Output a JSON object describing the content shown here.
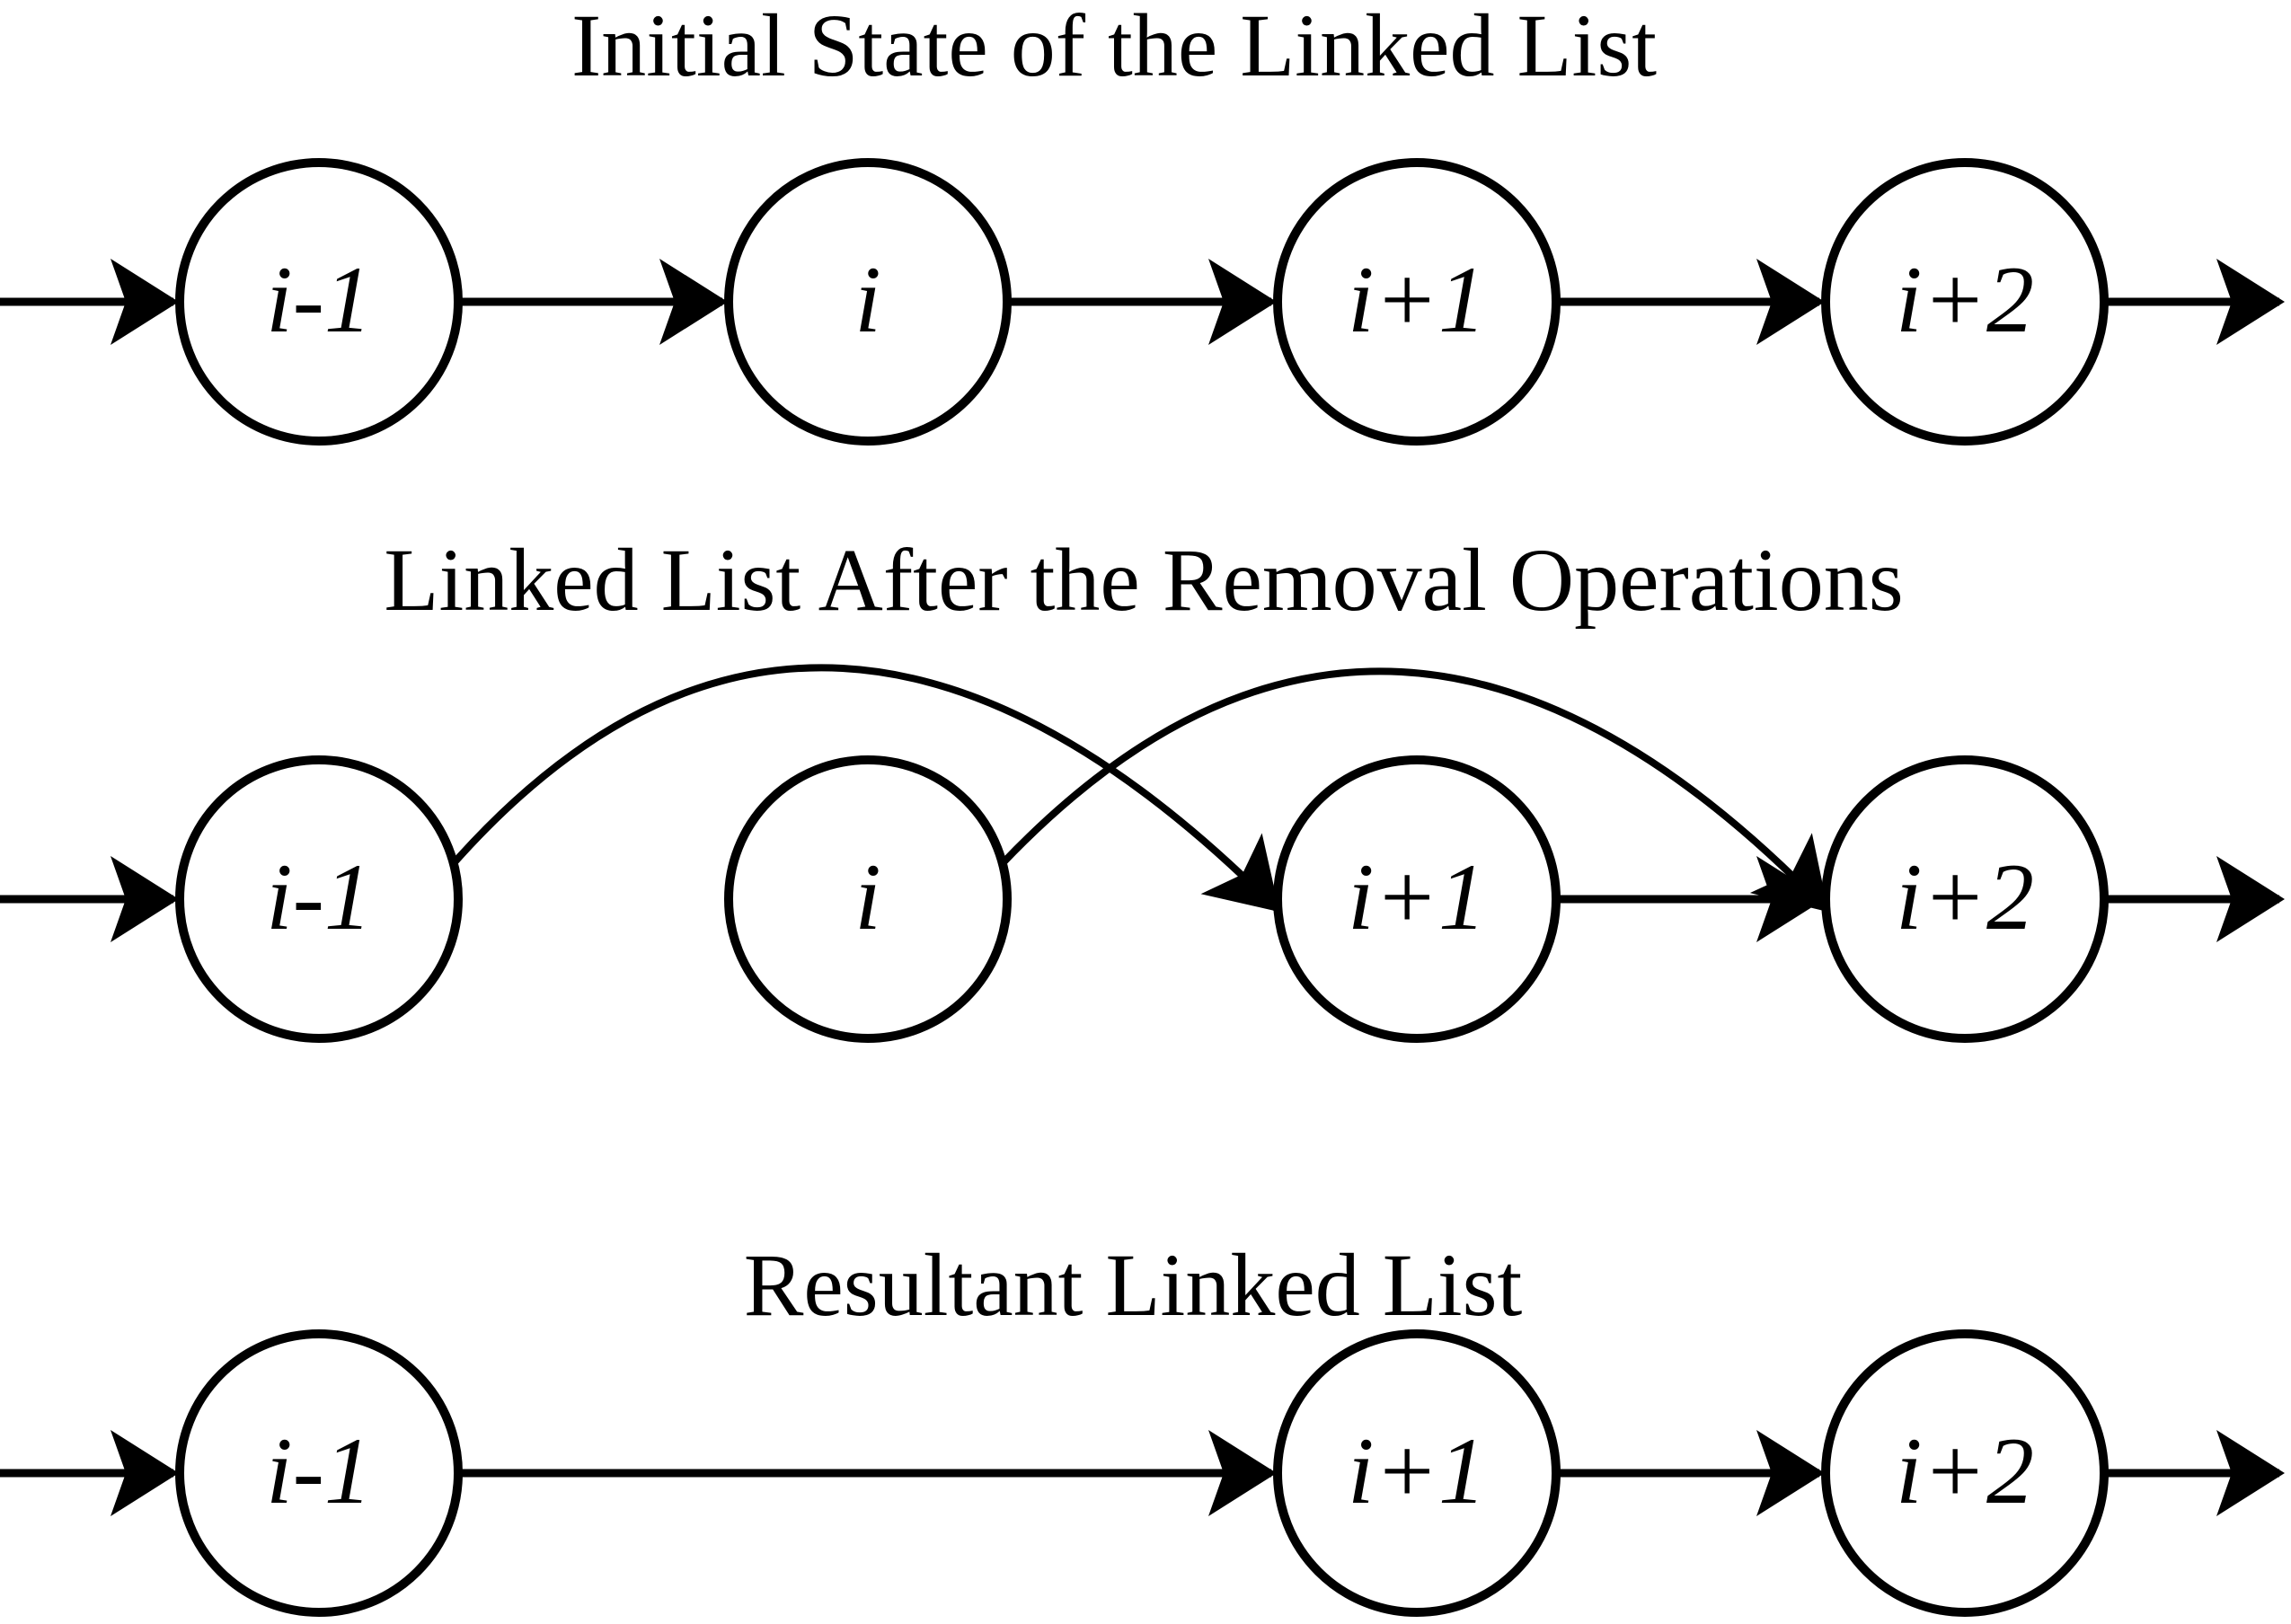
{
  "diagram": {
    "background": "#ffffff",
    "ink_color": "#000000",
    "sections": [
      {
        "title": "Initial State of the Linked List",
        "nodes": [
          {
            "label": "i-1"
          },
          {
            "label": "i"
          },
          {
            "label": "i+1"
          },
          {
            "label": "i+2"
          }
        ],
        "edges": [
          {
            "from": "head",
            "to": "i-1",
            "style": "straight"
          },
          {
            "from": "i-1",
            "to": "i",
            "style": "straight"
          },
          {
            "from": "i",
            "to": "i+1",
            "style": "straight"
          },
          {
            "from": "i+1",
            "to": "i+2",
            "style": "straight"
          },
          {
            "from": "i+2",
            "to": "tail",
            "style": "straight"
          }
        ]
      },
      {
        "title": "Linked List After the Removal Operations",
        "nodes": [
          {
            "label": "i-1"
          },
          {
            "label": "i"
          },
          {
            "label": "i+1"
          },
          {
            "label": "i+2"
          }
        ],
        "edges": [
          {
            "from": "head",
            "to": "i-1",
            "style": "straight"
          },
          {
            "from": "i-1",
            "to": "i+1",
            "style": "curved-over-i"
          },
          {
            "from": "i",
            "to": "i+2",
            "style": "curved-over-i+1"
          },
          {
            "from": "i+1",
            "to": "i+2",
            "style": "straight"
          },
          {
            "from": "i+2",
            "to": "tail",
            "style": "straight"
          }
        ]
      },
      {
        "title": "Resultant Linked List",
        "nodes": [
          {
            "label": "i-1"
          },
          {
            "label": "i+1"
          },
          {
            "label": "i+2"
          }
        ],
        "edges": [
          {
            "from": "head",
            "to": "i-1",
            "style": "straight"
          },
          {
            "from": "i-1",
            "to": "i+1",
            "style": "straight"
          },
          {
            "from": "i+1",
            "to": "i+2",
            "style": "straight"
          },
          {
            "from": "i+2",
            "to": "tail",
            "style": "straight"
          }
        ]
      }
    ]
  }
}
